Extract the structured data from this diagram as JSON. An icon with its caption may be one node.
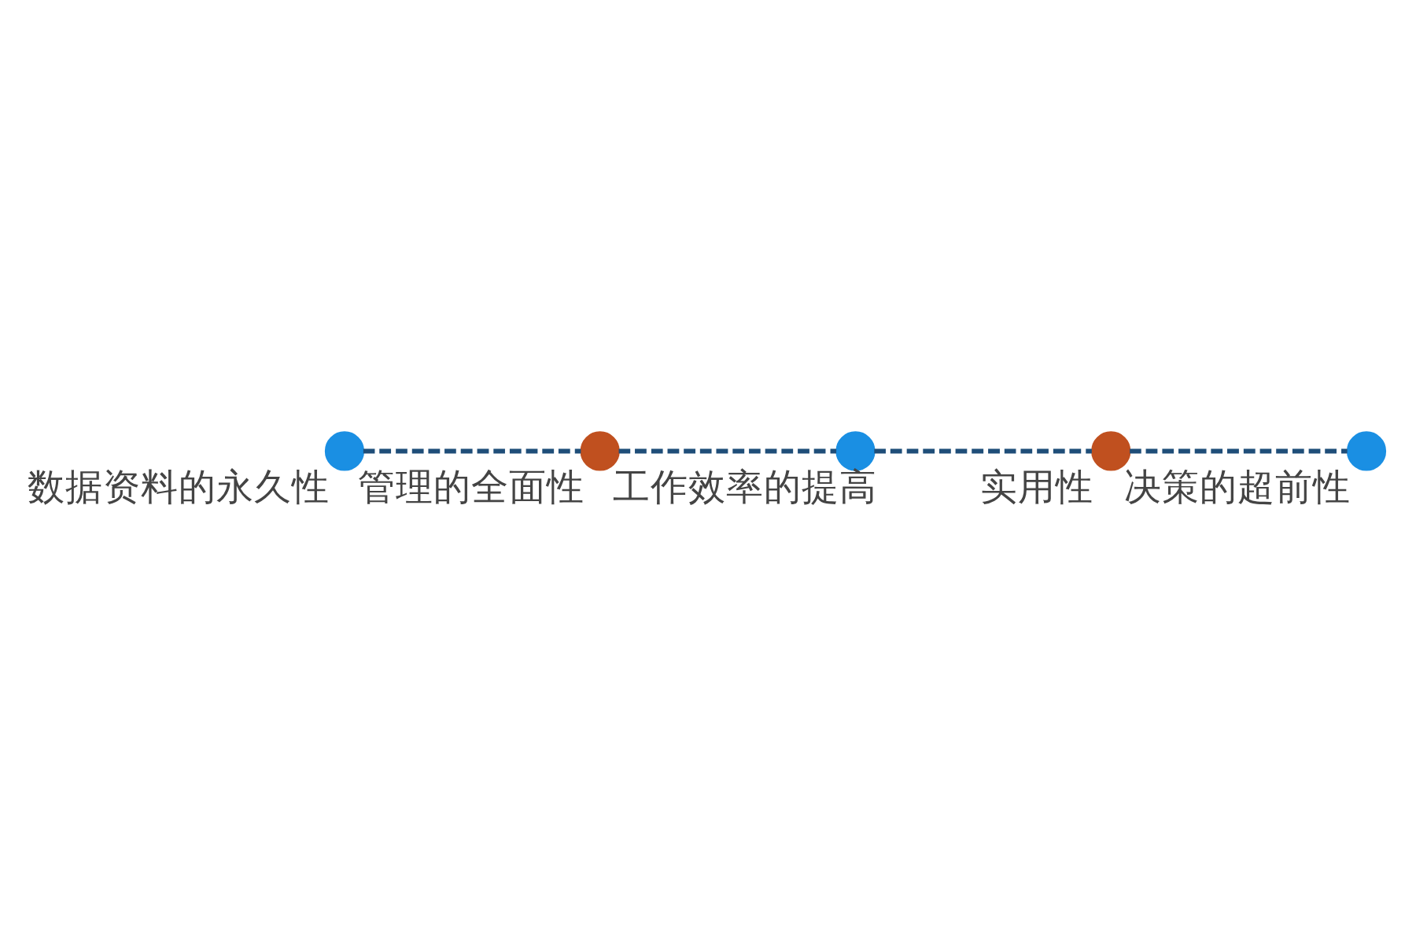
{
  "diagram": {
    "nodes": [
      {
        "text": [],
        "shape": "circle",
        "beside": [
          "数据资料的永久性"
        ]
      },
      {
        "text": [],
        "shape": "circle",
        "beside": [
          "管理的全面性"
        ]
      },
      {
        "text": [],
        "shape": "circle",
        "beside": [
          "工作效率的提高"
        ]
      },
      {
        "text": [],
        "shape": "circle",
        "beside": [
          "实用性"
        ]
      },
      {
        "text": [],
        "shape": "circle",
        "beside": [
          "决策的超前性"
        ]
      }
    ],
    "edges": [
      {
        "from": 0,
        "to": 1,
        "arrow": "none",
        "style": "dashed"
      },
      {
        "from": 1,
        "to": 2,
        "arrow": "none",
        "style": "dashed"
      },
      {
        "from": 2,
        "to": 3,
        "arrow": "none",
        "style": "dashed"
      },
      {
        "from": 3,
        "to": 4,
        "arrow": "none",
        "style": "dashed"
      }
    ]
  }
}
